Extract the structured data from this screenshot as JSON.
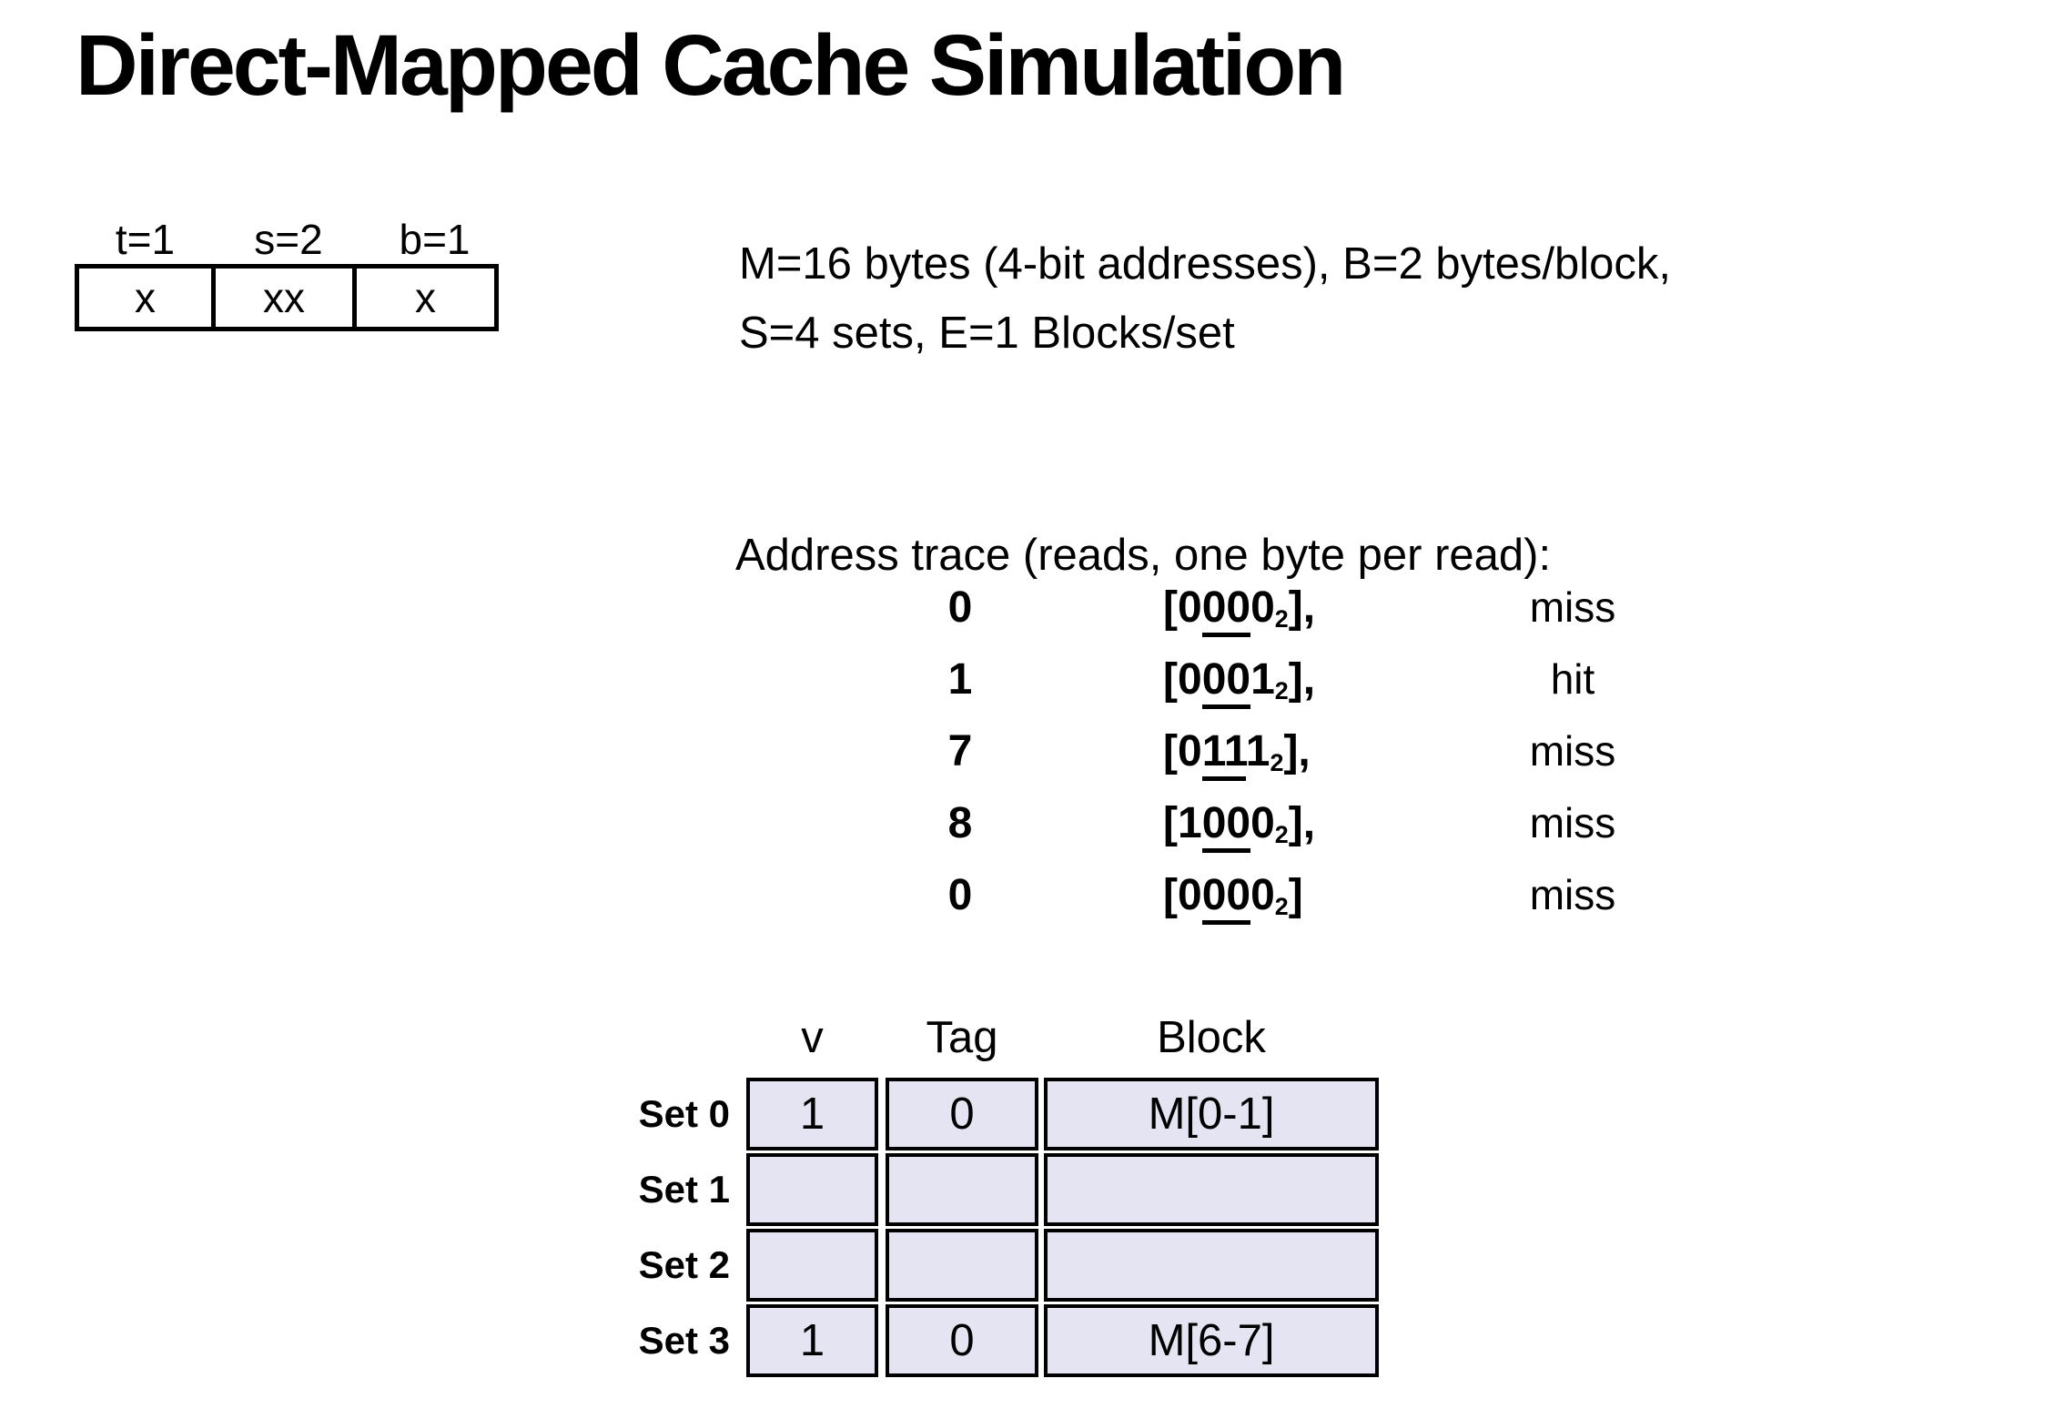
{
  "title": "Direct-Mapped Cache Simulation",
  "bit_field": {
    "labels": [
      "t=1",
      "s=2",
      "b=1"
    ],
    "cells": [
      "x",
      "xx",
      "x"
    ]
  },
  "config_lines": [
    "M=16 bytes (4-bit addresses), B=2 bytes/block,",
    "S=4 sets, E=1 Blocks/set"
  ],
  "trace": {
    "heading": "Address trace (reads, one byte per read):",
    "rows": [
      {
        "address": "0",
        "open": "[",
        "tag_bit": "0",
        "set_bits": "00",
        "offset_bit": "0",
        "subscript": "2",
        "close": "],",
        "result": "miss"
      },
      {
        "address": "1",
        "open": "[",
        "tag_bit": "0",
        "set_bits": "00",
        "offset_bit": "1",
        "subscript": "2",
        "close": "],",
        "result": "hit"
      },
      {
        "address": "7",
        "open": "[",
        "tag_bit": "0",
        "set_bits": "11",
        "offset_bit": "1",
        "subscript": "2",
        "close": "],",
        "result": "miss"
      },
      {
        "address": "8",
        "open": "[",
        "tag_bit": "1",
        "set_bits": "00",
        "offset_bit": "0",
        "subscript": "2",
        "close": "],",
        "result": "miss"
      },
      {
        "address": "0",
        "open": "[",
        "tag_bit": "0",
        "set_bits": "00",
        "offset_bit": "0",
        "subscript": "2",
        "close": "]",
        "result": "miss"
      }
    ]
  },
  "cache_table": {
    "headers": [
      "v",
      "Tag",
      "Block"
    ],
    "rows": [
      {
        "label": "Set 0",
        "v": "1",
        "tag": "0",
        "block": "M[0-1]"
      },
      {
        "label": "Set 1",
        "v": "",
        "tag": "",
        "block": ""
      },
      {
        "label": "Set 2",
        "v": "",
        "tag": "",
        "block": ""
      },
      {
        "label": "Set 3",
        "v": "1",
        "tag": "0",
        "block": "M[6-7]"
      }
    ]
  },
  "colors": {
    "cell_background": "#e4e4f2",
    "border": "#000000",
    "text": "#000000",
    "page_background": "#ffffff"
  }
}
